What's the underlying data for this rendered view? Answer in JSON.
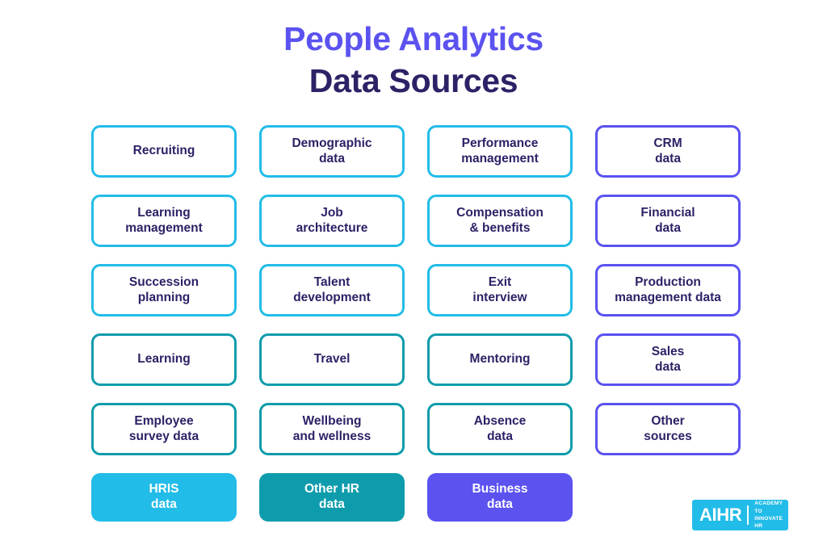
{
  "title": {
    "line1": "People Analytics",
    "line2": "Data Sources"
  },
  "colors": {
    "cyan": "#22bce8",
    "teal": "#0e9cac",
    "purple": "#5b52f0",
    "text_navy": "#2e2166",
    "background": "#ffffff"
  },
  "grid": {
    "columns": 4,
    "rows": 5,
    "boxes": [
      {
        "label": "Recruiting",
        "color": "cyan",
        "row": 1,
        "column": 1
      },
      {
        "label": "Demographic\ndata",
        "color": "cyan",
        "row": 1,
        "column": 2
      },
      {
        "label": "Performance\nmanagement",
        "color": "cyan",
        "row": 1,
        "column": 3
      },
      {
        "label": "CRM\ndata",
        "color": "purple",
        "row": 1,
        "column": 4
      },
      {
        "label": "Learning\nmanagement",
        "color": "cyan",
        "row": 2,
        "column": 1
      },
      {
        "label": "Job\narchitecture",
        "color": "cyan",
        "row": 2,
        "column": 2
      },
      {
        "label": "Compensation\n& benefits",
        "color": "cyan",
        "row": 2,
        "column": 3
      },
      {
        "label": "Financial\ndata",
        "color": "purple",
        "row": 2,
        "column": 4
      },
      {
        "label": "Succession\nplanning",
        "color": "cyan",
        "row": 3,
        "column": 1
      },
      {
        "label": "Talent\ndevelopment",
        "color": "cyan",
        "row": 3,
        "column": 2
      },
      {
        "label": "Exit\ninterview",
        "color": "cyan",
        "row": 3,
        "column": 3
      },
      {
        "label": "Production\nmanagement data",
        "color": "purple",
        "row": 3,
        "column": 4
      },
      {
        "label": "Learning",
        "color": "teal",
        "row": 4,
        "column": 1
      },
      {
        "label": "Travel",
        "color": "teal",
        "row": 4,
        "column": 2
      },
      {
        "label": "Mentoring",
        "color": "teal",
        "row": 4,
        "column": 3
      },
      {
        "label": "Sales\ndata",
        "color": "purple",
        "row": 4,
        "column": 4
      },
      {
        "label": "Employee\nsurvey data",
        "color": "teal",
        "row": 5,
        "column": 1
      },
      {
        "label": "Wellbeing\nand wellness",
        "color": "teal",
        "row": 5,
        "column": 2
      },
      {
        "label": "Absence\ndata",
        "color": "teal",
        "row": 5,
        "column": 3
      },
      {
        "label": "Other\nsources",
        "color": "purple",
        "row": 5,
        "column": 4
      }
    ]
  },
  "legend": {
    "items": [
      {
        "label": "HRIS\ndata",
        "color": "cyan"
      },
      {
        "label": "Other HR\ndata",
        "color": "teal"
      },
      {
        "label": "Business\ndata",
        "color": "purple"
      }
    ]
  },
  "logo": {
    "mark": "AIHR",
    "tagline": "ACADEMY TO\nINNOVATE HR"
  }
}
